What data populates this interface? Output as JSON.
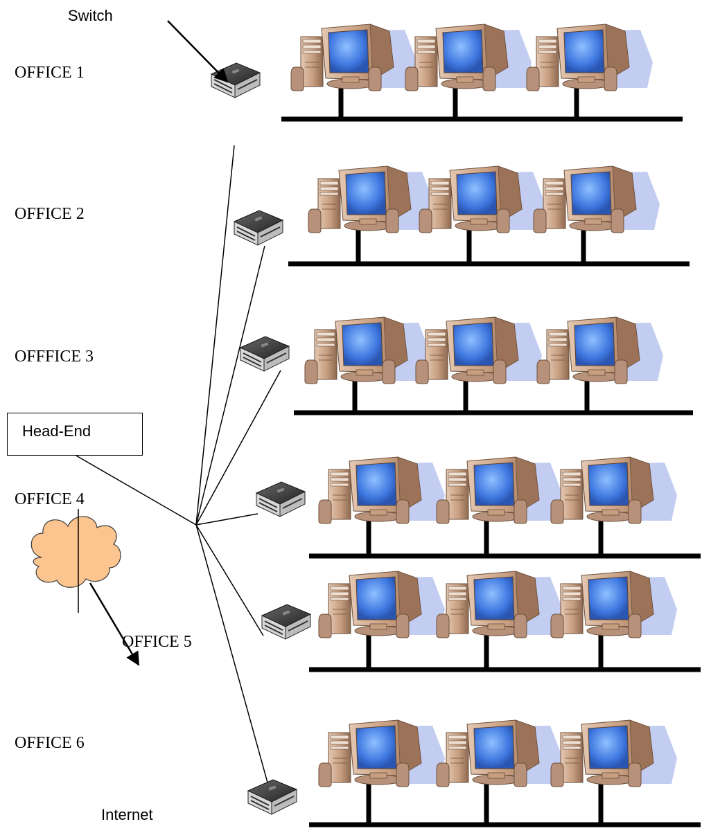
{
  "labels": {
    "switch": "Switch",
    "head_end": "Head-End",
    "internet": "Internet"
  },
  "offices": [
    {
      "label": "OFFICE 1",
      "computers": 3
    },
    {
      "label": "OFFICE 2",
      "computers": 3
    },
    {
      "label": "OFFFICE 3",
      "computers": 3
    },
    {
      "label": "OFFICE 4",
      "computers": 3
    },
    {
      "label": "OFFICE 5",
      "computers": 3
    },
    {
      "label": "OFFICE 6",
      "computers": 3
    }
  ],
  "colors": {
    "line": "#000000",
    "cloud_fill": "#fcc48f",
    "cloud_stroke": "#3a3a3a",
    "case": "#c79e80",
    "case_dark": "#8f6a51",
    "case_light": "#e4c8b2",
    "screen": "#3f78e0",
    "screen_glow": "#7fb0ff",
    "screen_shadow": "#bcc8f0",
    "switch_top": "#3b3b3b",
    "switch_front": "#d5d5d5"
  },
  "icons": {
    "computer": "computer-icon",
    "switch": "network-switch-icon",
    "cloud": "cloud-icon"
  }
}
